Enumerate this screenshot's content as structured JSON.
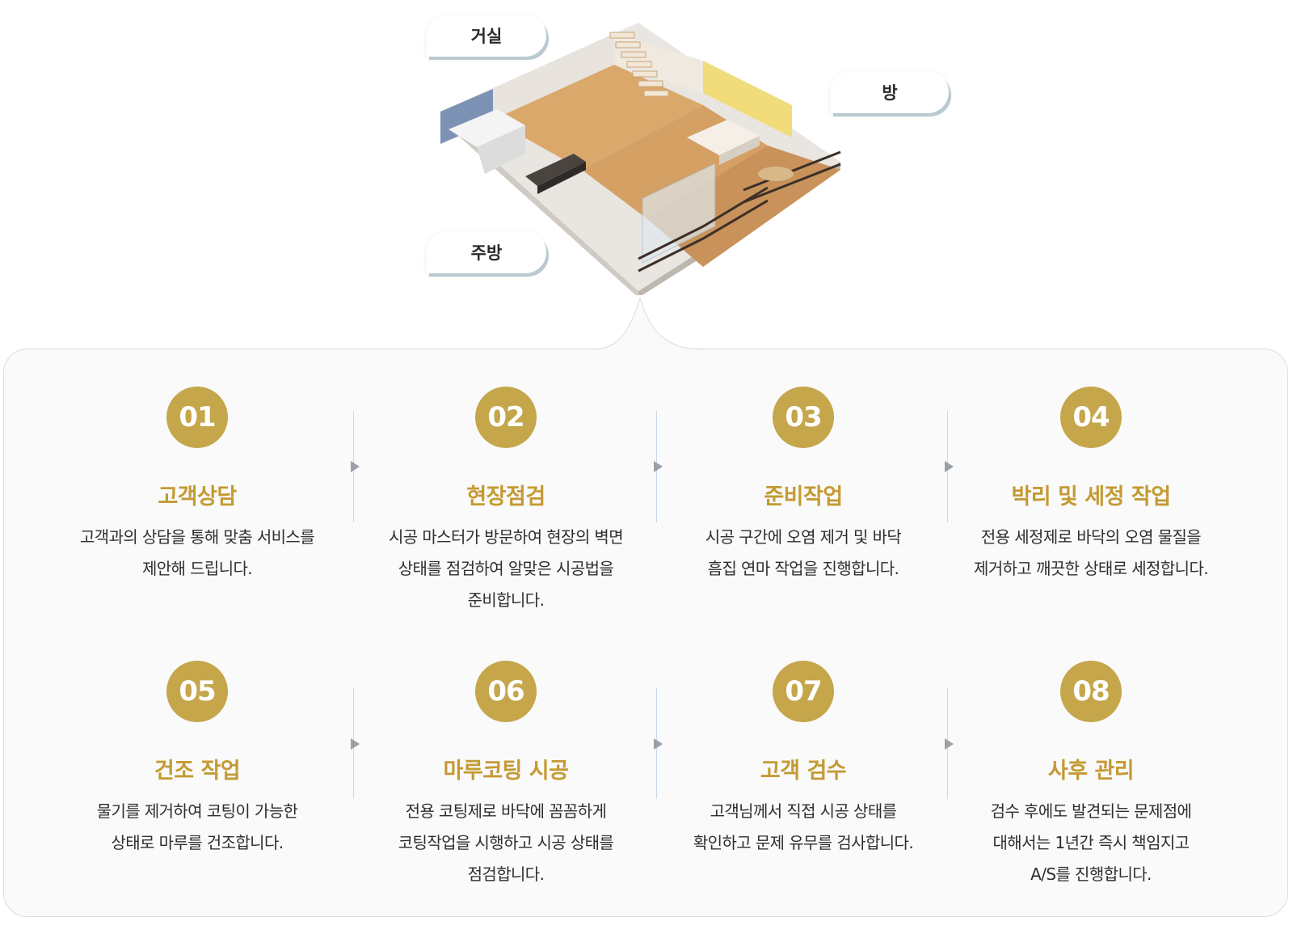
{
  "illustration": {
    "labels": {
      "living": "거실",
      "room": "방",
      "kitchen": "주방"
    }
  },
  "colors": {
    "badge": "#c5a64b",
    "title": "#c49a33",
    "panel_bg": "#fafafa",
    "panel_border": "#dcdcdc",
    "divider": "#c8d8e4",
    "arrow": "#9aa0a6"
  },
  "steps": [
    {
      "num": "01",
      "title": "고객상담",
      "desc": "고객과의 상담을 통해 맞춤 서비스를\n제안해 드립니다."
    },
    {
      "num": "02",
      "title": "현장점검",
      "desc": "시공 마스터가 방문하여 현장의 벽면\n상태를 점검하여 알맞은 시공법을\n준비합니다."
    },
    {
      "num": "03",
      "title": "준비작업",
      "desc": "시공 구간에 오염 제거 및 바닥\n흠집 연마 작업을 진행합니다."
    },
    {
      "num": "04",
      "title": "박리 및 세정 작업",
      "desc": "전용 세정제로 바닥의 오염 물질을\n제거하고 깨끗한 상태로 세정합니다."
    },
    {
      "num": "05",
      "title": "건조 작업",
      "desc": "물기를 제거하여 코팅이 가능한\n상태로 마루를 건조합니다."
    },
    {
      "num": "06",
      "title": "마루코팅 시공",
      "desc": "전용 코팅제로 바닥에 꼼꼼하게\n코팅작업을 시행하고 시공 상태를\n점검합니다."
    },
    {
      "num": "07",
      "title": "고객 검수",
      "desc": "고객님께서 직접 시공 상태를\n확인하고 문제 유무를 검사합니다."
    },
    {
      "num": "08",
      "title": "사후 관리",
      "desc": "검수 후에도 발견되는 문제점에\n대해서는 1년간 즉시 책임지고\nA/S를 진행합니다."
    }
  ]
}
